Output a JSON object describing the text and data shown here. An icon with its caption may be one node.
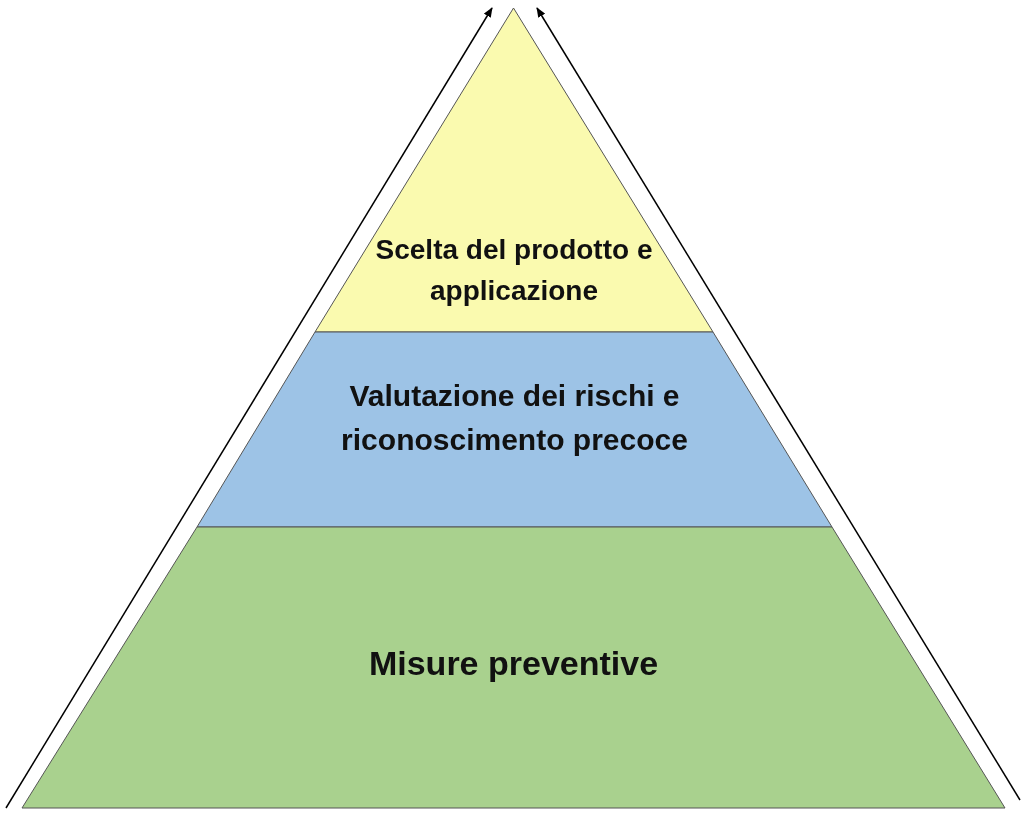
{
  "diagram": {
    "nodes": [
      {
        "text": [
          "Scelta del prodotto e applicazione"
        ]
      },
      {
        "text": [
          "Valutazione dei rischi e riconoscimento precoce"
        ]
      },
      {
        "text": [
          "Misure preventive"
        ]
      }
    ]
  }
}
